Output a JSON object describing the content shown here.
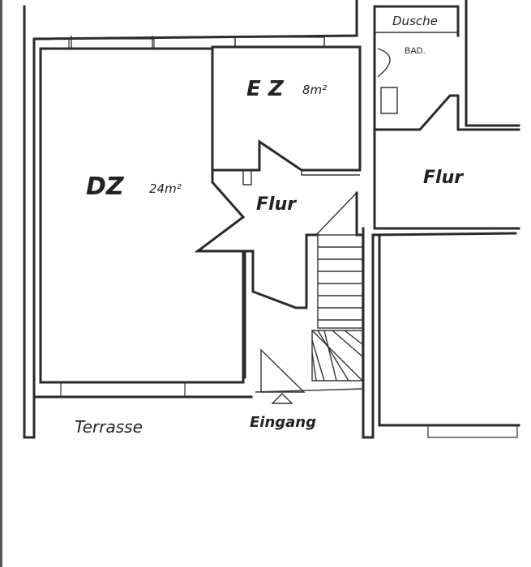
{
  "rooms": {
    "dz_label": "DZ",
    "dz_area": "24m²",
    "ez_label": "E Z",
    "ez_area": "8m²",
    "flur_left": "Flur",
    "flur_right": "Flur",
    "dusche": "Dusche",
    "bad": "BAD."
  },
  "outside": {
    "terrasse": "Terrasse",
    "eingang": "Eingang"
  }
}
